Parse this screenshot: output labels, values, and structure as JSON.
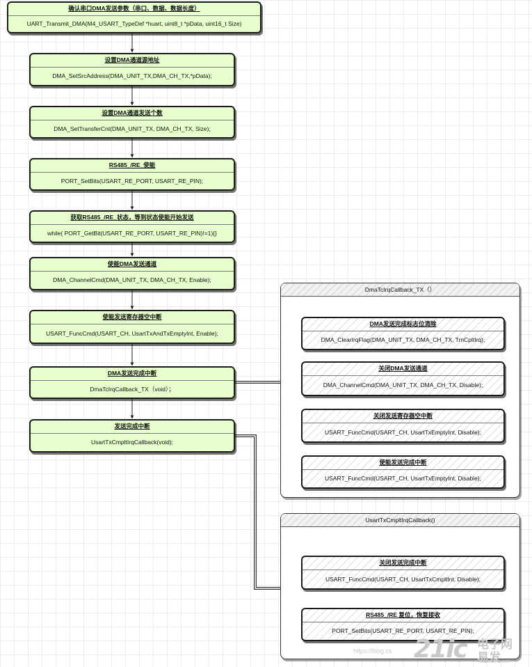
{
  "main_flow": [
    {
      "title": "确认串口DMA发送参数（串口、数据、数据长度）",
      "body": "UART_Transmit_DMA(M4_USART_TypeDef *huart, uint8_t *pData, uint16_t Size)"
    },
    {
      "title": "设置DMA通道源地址",
      "body": "DMA_SetSrcAddress(DMA_UNIT_TX,DMA_CH_TX,*pData);"
    },
    {
      "title": "设置DMA通道发送个数",
      "body": "DMA_SetTransferCnt(DMA_UNIT_TX, DMA_CH_TX, Size);"
    },
    {
      "title": "RS485_/RE_使能",
      "body": "PORT_SetBits(USART_RE_PORT, USART_RE_PIN);"
    },
    {
      "title": "获取RS485_/RE_状态，等到状态使能开始发送",
      "body": "while( PORT_GetBit(USART_RE_PORT, USART_RE_PIN)!=1){}"
    },
    {
      "title": "使能DMA发送通道",
      "body": "DMA_ChannelCmd(DMA_UNIT_TX, DMA_CH_TX, Enable);"
    },
    {
      "title": "使能发送寄存器空中断",
      "body": "USART_FuncCmd(USART_CH, UsartTxAndTxEmptyInt, Enable);"
    },
    {
      "title": "DMA发送完成中断",
      "body": "DmaTcIrqCallback_TX（void）；"
    },
    {
      "title": "发送完成中断",
      "body": "UsartTxCmpltIrqCallback(void);"
    }
  ],
  "dma_callback": {
    "title": "DmaTcIrqCallback_TX（）",
    "steps": [
      {
        "title": "DMA发送完成标志位清除",
        "body": "DMA_ClearIrqFlag(DMA_UNIT_TX, DMA_CH_TX, TrnCpltIrq);"
      },
      {
        "title": "关闭DMA发送通道",
        "body": "DMA_ChannelCmd(DMA_UNIT_TX, DMA_CH_TX, Disable);"
      },
      {
        "title": "关闭发送寄存器空中断",
        "body": "USART_FuncCmd(USART_CH, UsartTxEmptyInt, Disable);"
      },
      {
        "title": "使能发送完成中断",
        "body": "USART_FuncCmd(USART_CH, UsartTxEmptyInt, Disable);"
      }
    ]
  },
  "usart_callback": {
    "title": "UsartTxCmpltIrqCallback()",
    "steps": [
      {
        "title": "关闭发送完成中断",
        "body": "USART_FuncCmd(USART_CH, UsartTxCmpltInt, Disable);"
      },
      {
        "title": "RS485_/RE 复位，恢复接收",
        "body": "PORT_SetBits(USART_RE_PORT, USART_RE_PIN);"
      }
    ]
  },
  "watermark": {
    "blog_url": "https://blog.cs",
    "logo_number": "21ic",
    "logo_text_line1": "电子网",
    "logo_text_line2": "易发",
    "logo_url": "www.21ic.com"
  },
  "colors": {
    "main_fill": "#e6ffcc",
    "border": "#1a1a1a",
    "hatch": "#dedede"
  }
}
